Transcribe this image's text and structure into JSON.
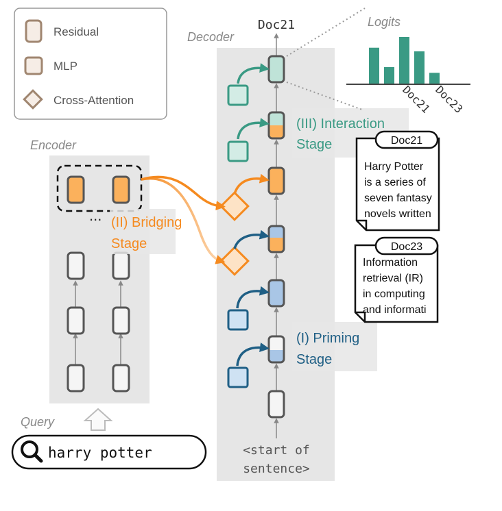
{
  "legend": {
    "residual": "Residual",
    "mlp": "MLP",
    "cross_attention": "Cross-Attention"
  },
  "encoder": {
    "title": "Encoder",
    "ellipsis": "..."
  },
  "decoder": {
    "title": "Decoder",
    "output_label": "Doc21",
    "start_token_line1": "<start of",
    "start_token_line2": "sentence>"
  },
  "stages": {
    "priming_line1": "(I) Priming",
    "priming_line2": "Stage",
    "bridging_line1": "(II) Bridging",
    "bridging_line2": "Stage",
    "interaction_line1": "(III) Interaction",
    "interaction_line2": "Stage"
  },
  "logits": {
    "title": "Logits",
    "tick1": "Doc21",
    "tick2": "Doc23"
  },
  "doc21": {
    "tag": "Doc21",
    "lines": [
      "Harry Potter",
      "is a series of",
      "seven fantasy",
      "novels written"
    ]
  },
  "doc23": {
    "tag": "Doc23",
    "lines": [
      "Information",
      "retrieval (IR)",
      "in computing",
      "and informati"
    ]
  },
  "query": {
    "label": "Query",
    "value": "harry potter"
  },
  "colors": {
    "orange": "#f58a1f",
    "teal": "#3a9a84",
    "blue": "#1f5f85",
    "gray_panel": "#e6e6e6",
    "legend_brown": "#a08670"
  },
  "chart_data": {
    "type": "bar",
    "title": "Logits",
    "values": [
      5,
      2.3,
      6.5,
      4.5,
      1.5
    ],
    "xticks": [
      "Doc21",
      "Doc23"
    ]
  }
}
